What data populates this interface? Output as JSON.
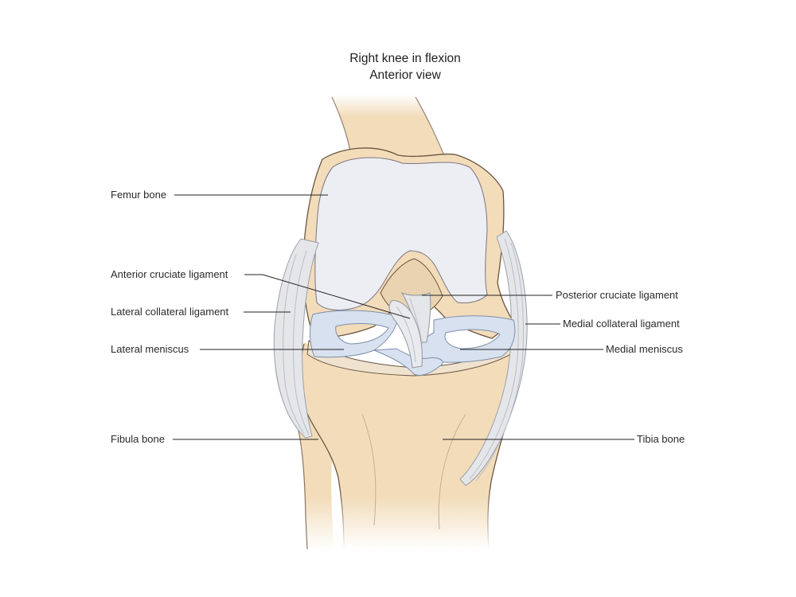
{
  "title": "Right knee in flexion",
  "subtitle": "Anterior view",
  "labels": {
    "femur": "Femur bone",
    "acl": "Anterior cruciate ligament",
    "lcl": "Lateral collateral ligament",
    "lateral_meniscus": "Lateral meniscus",
    "fibula": "Fibula bone",
    "pcl": "Posterior cruciate ligament",
    "mcl": "Medial collateral ligament",
    "medial_meniscus": "Medial meniscus",
    "tibia": "Tibia bone"
  },
  "colors": {
    "bone": "#f2dcba",
    "bone_outline": "#6b5640",
    "cartilage": "#eceef3",
    "meniscus": "#d7e1ef",
    "ligament": "#e4e6ea",
    "leader_line": "#222222"
  }
}
